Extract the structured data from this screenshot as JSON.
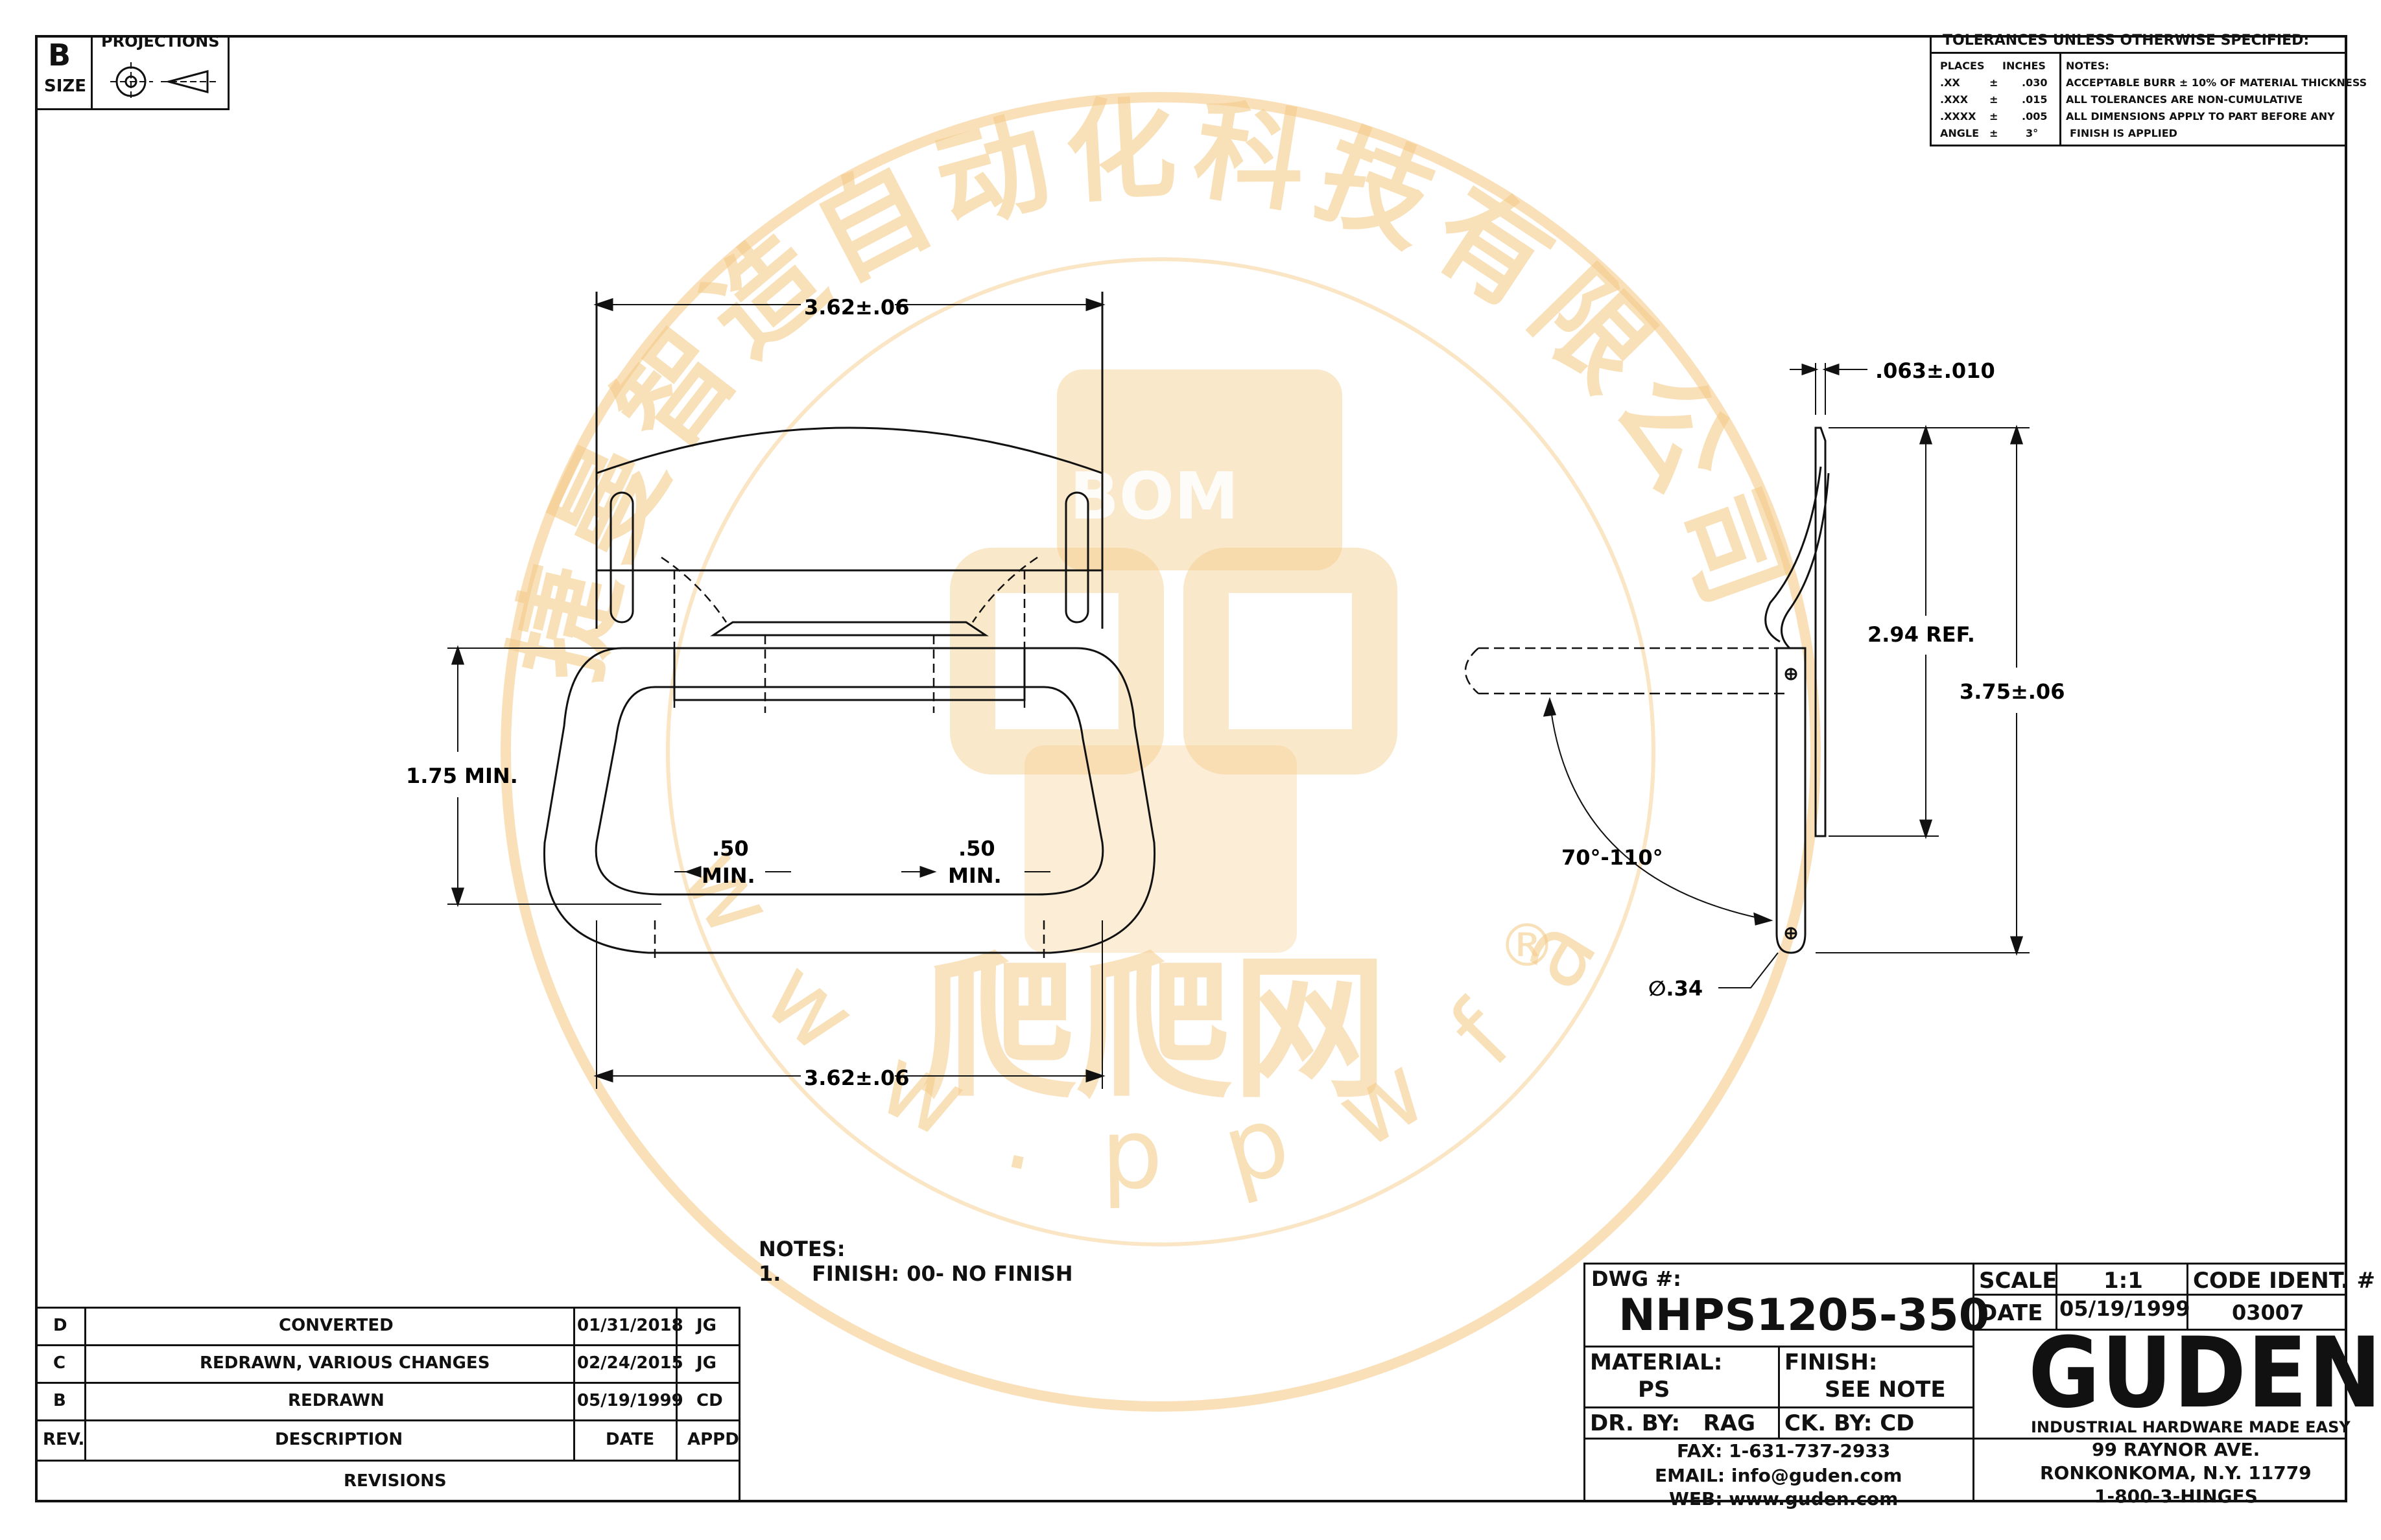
{
  "size_block": {
    "letter": "B",
    "label": "SIZE",
    "projections_label": "PROJECTIONS"
  },
  "tolerances": {
    "title": "TOLERANCES UNLESS OTHERWISE SPECIFIED:",
    "col_places": "PLACES",
    "col_inches": "INCHES",
    "col_notes": "NOTES:",
    "rows": [
      {
        "places": ".XX",
        "pm": "±",
        "inches": ".030"
      },
      {
        "places": ".XXX",
        "pm": "±",
        "inches": ".015"
      },
      {
        "places": ".XXXX",
        "pm": "±",
        "inches": ".005"
      },
      {
        "places": "ANGLE",
        "pm": "±",
        "inches": "3°"
      }
    ],
    "notes": [
      "ACCEPTABLE BURR ± 10% OF MATERIAL THICKNESS",
      "ALL TOLERANCES ARE NON-CUMULATIVE",
      "ALL DIMENSIONS APPLY TO PART BEFORE ANY",
      "FINISH IS APPLIED"
    ]
  },
  "dimensions": {
    "top_width": "3.62±.06",
    "bottom_width": "3.62±.06",
    "min_height": "1.75 MIN.",
    "min_left_a": ".50",
    "min_left_b": "MIN.",
    "min_right_a": ".50",
    "min_right_b": "MIN.",
    "thickness": ".063±.010",
    "ref_height": "2.94 REF.",
    "overall_height": "3.75±.06",
    "angle": "70°-110°",
    "diameter": "∅.34"
  },
  "notes": {
    "title": "NOTES:",
    "item_number": "1.",
    "item_text": "FINISH: 00- NO FINISH"
  },
  "revisions": {
    "title": "REVISIONS",
    "header": {
      "rev": "REV.",
      "description": "DESCRIPTION",
      "date": "DATE",
      "appd": "APPD"
    },
    "rows": [
      {
        "rev": "D",
        "description": "CONVERTED",
        "date": "01/31/2018",
        "appd": "JG"
      },
      {
        "rev": "C",
        "description": "REDRAWN, VARIOUS CHANGES",
        "date": "02/24/2015",
        "appd": "JG"
      },
      {
        "rev": "B",
        "description": "REDRAWN",
        "date": "05/19/1999",
        "appd": "CD"
      }
    ]
  },
  "title_block": {
    "dwg_label": "DWG #:",
    "dwg_number": "NHPS1205-350",
    "material_label": "MATERIAL:",
    "material_value": "PS",
    "finish_label": "FINISH:",
    "finish_value": "SEE NOTE",
    "dr_by": "DR. BY:   RAG",
    "ck_by": "CK. BY: CD",
    "fax": "FAX: 1-631-737-2933",
    "email": "EMAIL: info@guden.com",
    "web": "WEB: www.guden.com",
    "scale_label": "SCALE",
    "scale_value": "1:1",
    "code_label": "CODE IDENT. #",
    "date_label": "DATE",
    "date_value": "05/19/1999",
    "code_value": "03007",
    "logo_text": "GUDEN",
    "logo_tagline": "INDUSTRIAL HARDWARE MADE EASY",
    "address_1": "99 RAYNOR AVE.",
    "address_2": "RONKONKOMA, N.Y. 11779",
    "phone": "1-800-3-HINGES"
  },
  "watermark": {
    "arc_text": "捷曼智造自动化科技有限公司",
    "bom": "BOM",
    "brand": "爬爬网",
    "registered": "®",
    "url": "www.ppwfa.com",
    "color": "#f5cc8a"
  }
}
